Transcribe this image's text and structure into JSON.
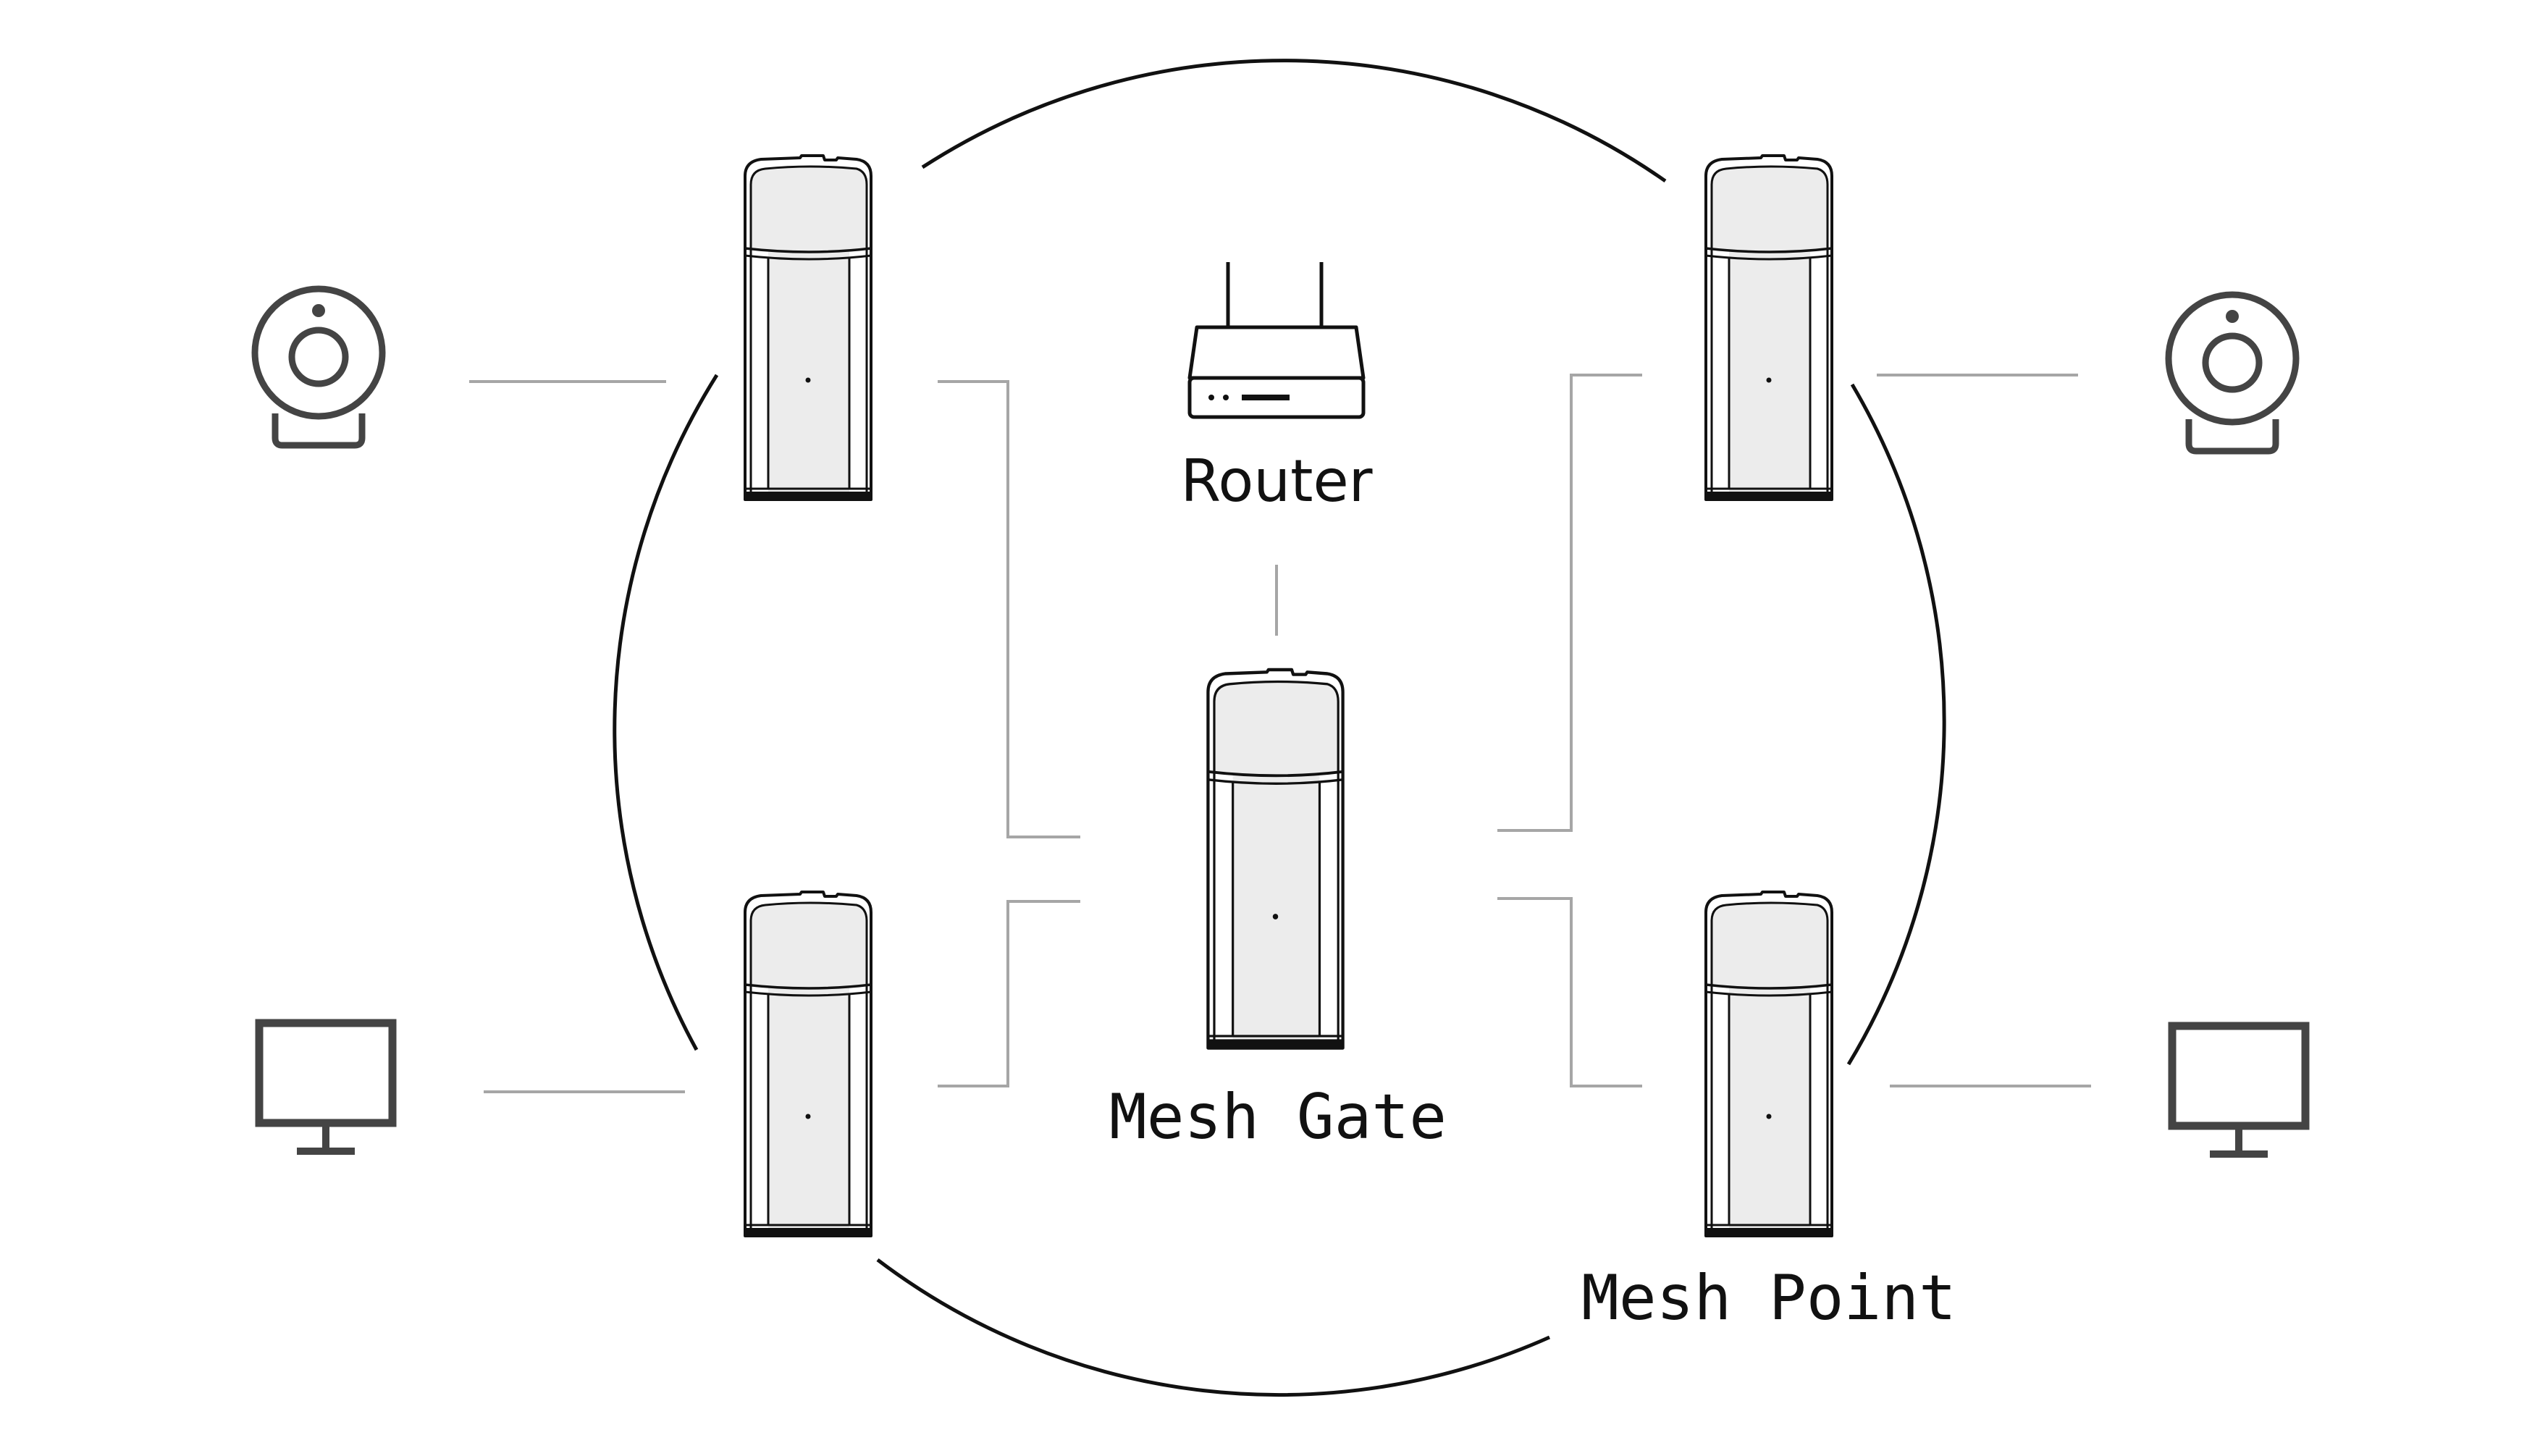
{
  "labels": {
    "router": "Router",
    "mesh_gate": "Mesh Gate",
    "mesh_point": "Mesh Point"
  },
  "colors": {
    "line_dark": "#111111",
    "line_gray": "#a6a6a6",
    "icon_gray": "#444444",
    "device_fill": "#ececec"
  },
  "nodes": [
    {
      "id": "router",
      "icon": "router-icon"
    },
    {
      "id": "mesh-gate",
      "icon": "mesh-device-icon"
    },
    {
      "id": "mesh-point-top-left",
      "icon": "mesh-device-icon"
    },
    {
      "id": "mesh-point-bottom-left",
      "icon": "mesh-device-icon"
    },
    {
      "id": "mesh-point-top-right",
      "icon": "mesh-device-icon"
    },
    {
      "id": "mesh-point-bottom-right",
      "icon": "mesh-device-icon"
    },
    {
      "id": "camera-left",
      "icon": "webcam-icon"
    },
    {
      "id": "camera-right",
      "icon": "webcam-icon"
    },
    {
      "id": "monitor-left",
      "icon": "monitor-icon"
    },
    {
      "id": "monitor-right",
      "icon": "monitor-icon"
    }
  ]
}
